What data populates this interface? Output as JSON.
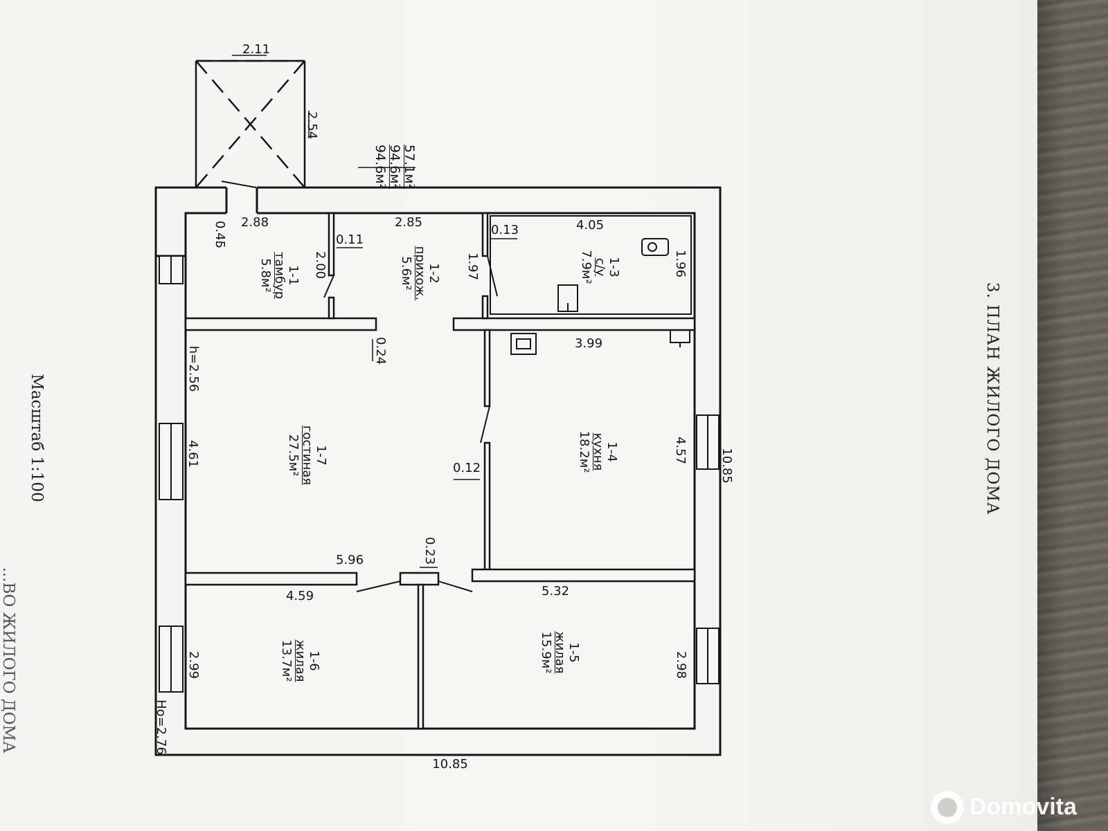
{
  "heading": "3. ПЛАН ЖИЛОГО ДОМА",
  "scale": "Масштаб  1:100",
  "cut_text": "...ВО ЖИЛОГО ДОМА",
  "areas": {
    "a1": "57.1м²",
    "a2": "94.6м²",
    "a3": "94.6м²"
  },
  "rooms": [
    {
      "id": "1-1",
      "name": "тамбур",
      "area": "5.8м²"
    },
    {
      "id": "1-2",
      "name": "прихож.",
      "area": "5.6м²"
    },
    {
      "id": "1-3",
      "name": "с/у",
      "area": "7.9м²"
    },
    {
      "id": "1-4",
      "name": "кухня",
      "area": "18.2м²"
    },
    {
      "id": "1-5",
      "name": "жилая",
      "area": "15.9м²"
    },
    {
      "id": "1-6",
      "name": "жилая",
      "area": "13.7м²"
    },
    {
      "id": "1-7",
      "name": "гостиная",
      "area": "27.5м²"
    }
  ],
  "dims": {
    "porch_w": "2.11",
    "porch_d": "2.54",
    "d045": "0.45",
    "d288": "2.88",
    "d200": "2.00",
    "d011": "0.11",
    "d285": "2.85",
    "d197": "1.97",
    "d013": "0.13",
    "d405": "4.05",
    "d196": "1.96",
    "d024": "0.24",
    "h256": "h=2.56",
    "d399": "3.99",
    "d461": "4.61",
    "d012": "0.12",
    "d457": "4.57",
    "d1085r": "10.85",
    "d596": "5.96",
    "d023": "0.23",
    "d459": "4.59",
    "d532": "5.32",
    "d299": "2.99",
    "d298": "2.98",
    "ho276": "Hо=2.76",
    "d1085b": "10.85"
  },
  "watermark": "Domovita"
}
